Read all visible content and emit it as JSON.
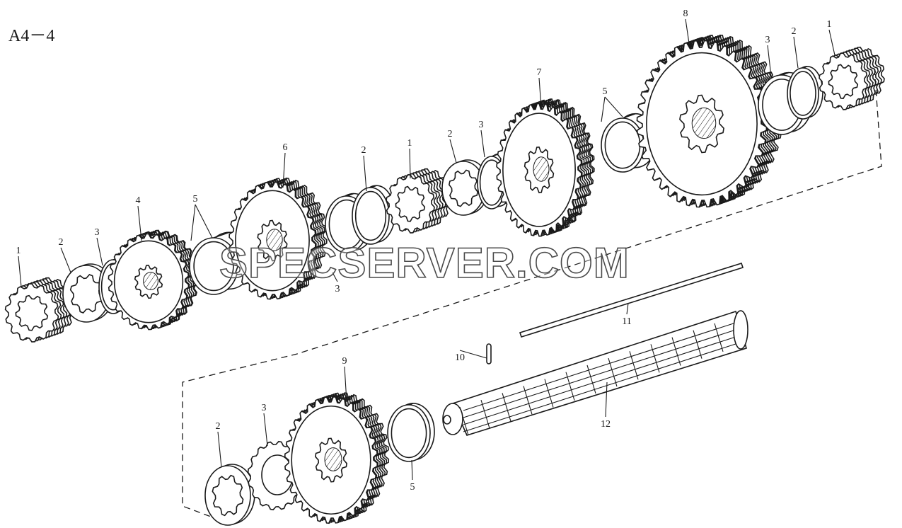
{
  "page_code": "A4－4",
  "watermark": "SPECSERVER.COM",
  "callouts": [
    {
      "id": "c1a",
      "text": "1"
    },
    {
      "id": "c2a",
      "text": "2"
    },
    {
      "id": "c3a",
      "text": "3"
    },
    {
      "id": "c4",
      "text": "4"
    },
    {
      "id": "c5a",
      "text": "5"
    },
    {
      "id": "c6",
      "text": "6"
    },
    {
      "id": "c3b",
      "text": "3"
    },
    {
      "id": "c2b",
      "text": "2"
    },
    {
      "id": "c1b",
      "text": "1"
    },
    {
      "id": "c2c",
      "text": "2"
    },
    {
      "id": "c3c",
      "text": "3"
    },
    {
      "id": "c7",
      "text": "7"
    },
    {
      "id": "c5b",
      "text": "5"
    },
    {
      "id": "c8",
      "text": "8"
    },
    {
      "id": "c3d",
      "text": "3"
    },
    {
      "id": "c2d",
      "text": "2"
    },
    {
      "id": "c1c",
      "text": "1"
    },
    {
      "id": "c11",
      "text": "11"
    },
    {
      "id": "c10",
      "text": "10"
    },
    {
      "id": "c9",
      "text": "9"
    },
    {
      "id": "c12",
      "text": "12"
    },
    {
      "id": "c2e",
      "text": "2"
    },
    {
      "id": "c3e",
      "text": "3"
    },
    {
      "id": "c5c",
      "text": "5"
    }
  ]
}
